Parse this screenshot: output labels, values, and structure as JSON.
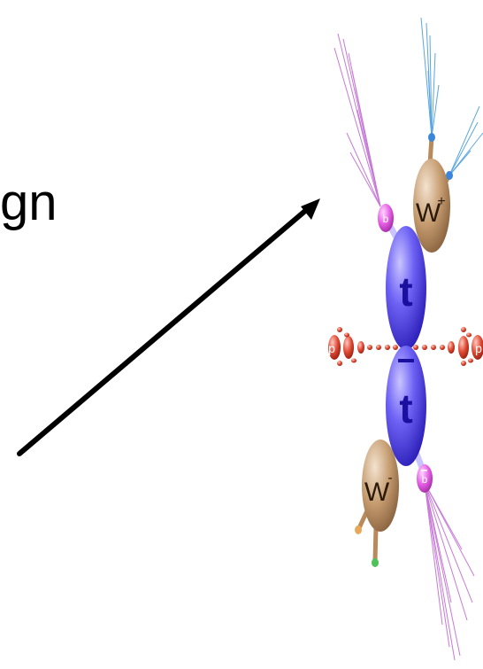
{
  "slide": {
    "partial_text": "gn"
  },
  "diagram": {
    "top_quark": "t",
    "anti_top_quark": "t",
    "w_plus": "W",
    "w_plus_charge": "+",
    "w_minus": "W",
    "w_minus_charge": "-",
    "b_quark": "b",
    "anti_b_quark": "b",
    "proton_left": "p",
    "proton_right": "p"
  },
  "colors": {
    "quark": "#4b3ff0",
    "w_boson": "#b98a5c",
    "b_quark": "#e05ae0",
    "jet_b": "#c77ad6",
    "jet_w": "#5aa6e0",
    "proton": "#d83a2a",
    "arrow": "#000000"
  }
}
